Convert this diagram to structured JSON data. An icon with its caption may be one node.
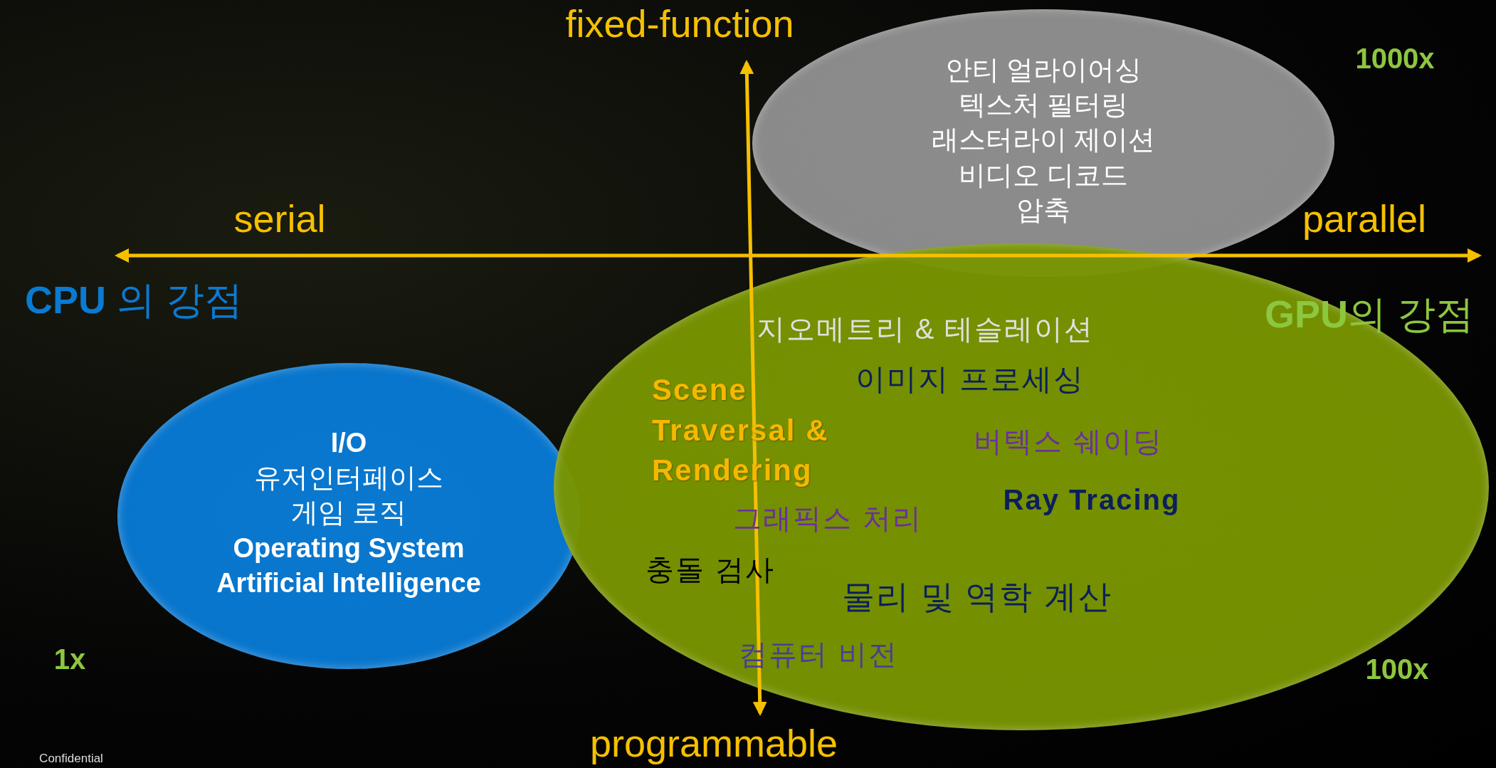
{
  "diagram": {
    "nodes": [
      {
        "text": [
          "안티 얼라이어싱",
          "텍스처 필터링",
          "래스터라이 제이션",
          "비디오 디코드",
          "압축"
        ]
      },
      {
        "text": [
          "I/O",
          "유저인터페이스",
          "게임 로직",
          "Operating System",
          "Artificial Intelligence"
        ]
      },
      {
        "text": [
          "지오메트리  & 테슬레이션",
          "이미지 프로세싱",
          "Scene Traversal & Rendering",
          "버텍스 쉐이딩",
          "Ray Tracing",
          "그래픽스 처리",
          "충돌 검사",
          "물리 및 역학 계산",
          "컴퓨터 비전"
        ]
      }
    ],
    "labels": [
      "fixed-function",
      "1000x",
      "serial",
      "parallel",
      "**CPU** 의 강점",
      "**GPU**의 강점",
      "1x",
      "100x",
      "programmable",
      "Confidential"
    ]
  }
}
